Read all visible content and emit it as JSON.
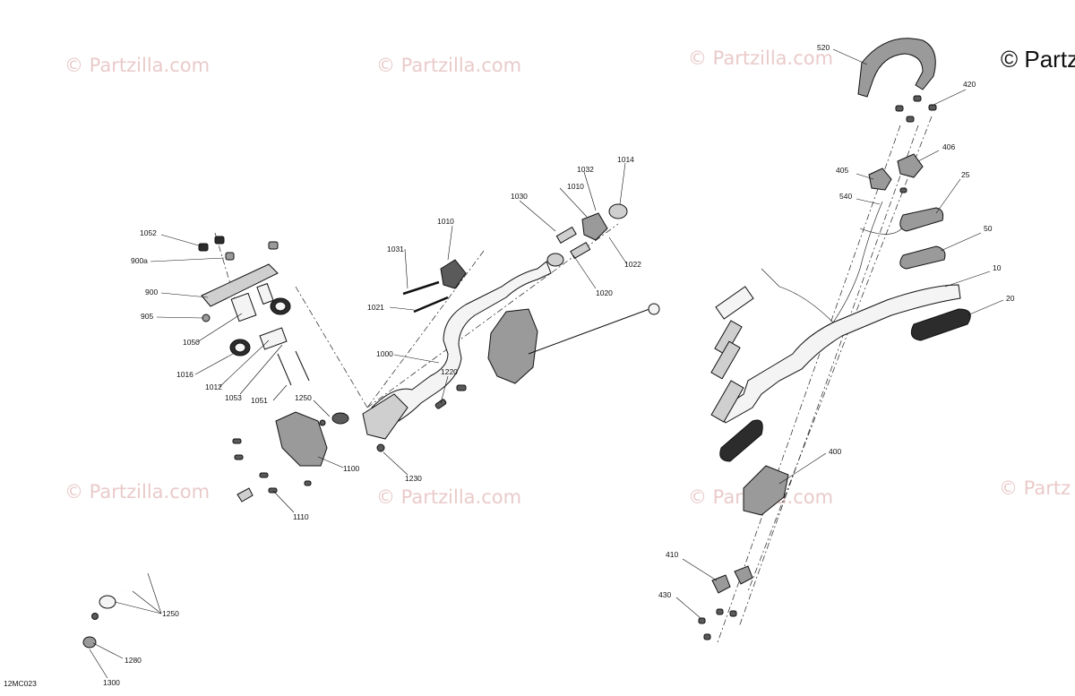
{
  "watermark": {
    "text": "© Partzilla.com",
    "corner_text": "© Partz"
  },
  "diagram_code": "12MC023",
  "callouts": [
    "520",
    "420",
    "406",
    "405",
    "540",
    "25",
    "50",
    "10",
    "20",
    "400",
    "410",
    "430",
    "1052",
    "900a",
    "900",
    "905",
    "1050",
    "1016",
    "1012",
    "1053",
    "1051",
    "1250",
    "1100",
    "1110",
    "1250",
    "1280",
    "1300",
    "1031",
    "1010",
    "1030",
    "1010",
    "1032",
    "1014",
    "1022",
    "1020",
    "1021",
    "1000",
    "1220",
    "1230"
  ],
  "colors": {
    "line": "#111111",
    "watermark": "#e3b9b9",
    "part_light": "#cfcfcf",
    "part_mid": "#9a9a9a",
    "part_dark": "#2c2c2c"
  }
}
